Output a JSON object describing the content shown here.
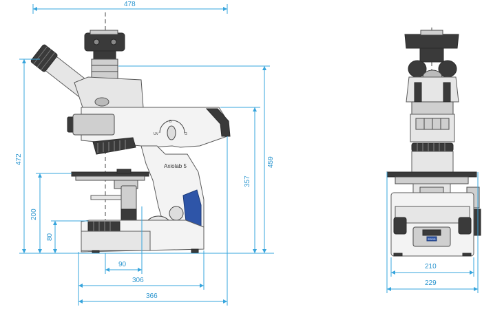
{
  "dimensions": {
    "top_width": "478",
    "total_height": "472",
    "stage_height": "200",
    "base_height": "80",
    "right_height_459": "459",
    "right_height_357": "357",
    "bottom_90": "90",
    "bottom_306": "306",
    "bottom_366": "366",
    "front_210": "210",
    "front_229": "229"
  },
  "labels": {
    "brand": "Axiolab 5",
    "uv": "UV",
    "b": "B",
    "g": "G",
    "zeiss": "ZEISS"
  },
  "colors": {
    "dimension_line": "#36a4dc",
    "accent_blue": "#2e55a8"
  }
}
